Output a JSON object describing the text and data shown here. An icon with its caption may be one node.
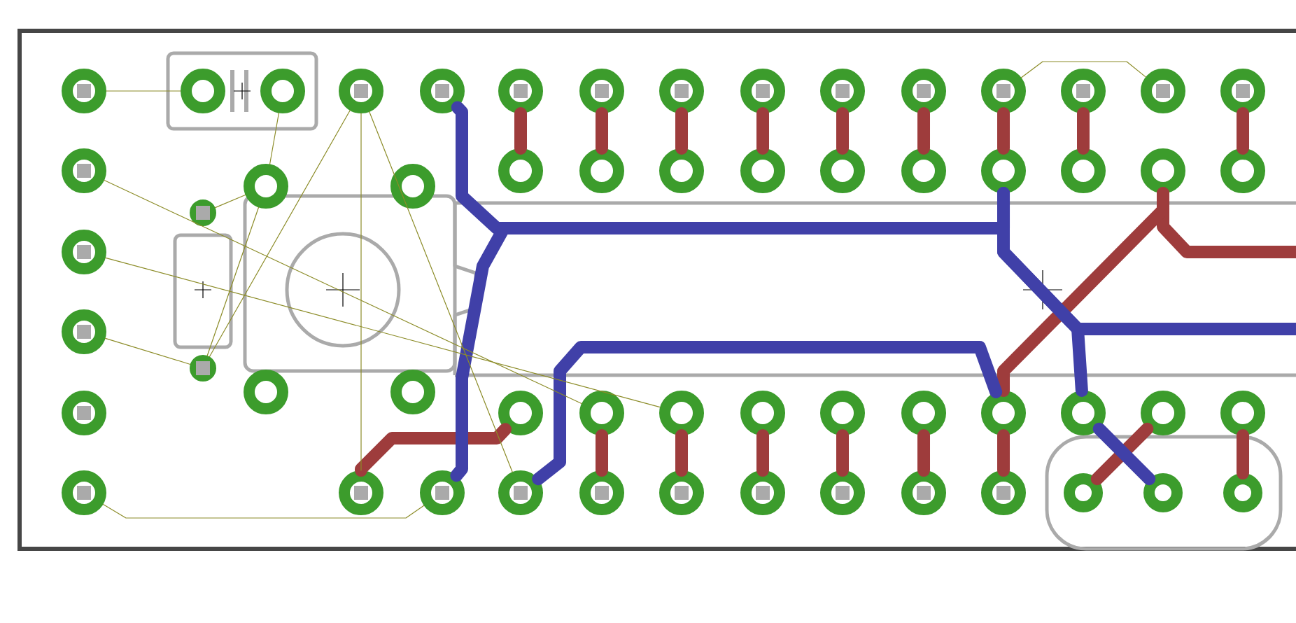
{
  "diagram": {
    "nodes": [
      {
        "text": [],
        "shape": "circle"
      },
      {
        "text": [],
        "shape": "circle"
      },
      {
        "text": [],
        "shape": "circle"
      },
      {
        "text": [],
        "shape": "circle"
      },
      {
        "text": [],
        "shape": "circle"
      },
      {
        "text": [],
        "shape": "circle"
      },
      {
        "text": [],
        "shape": "circle"
      },
      {
        "text": [],
        "shape": "circle"
      },
      {
        "text": [],
        "shape": "circle"
      },
      {
        "text": [],
        "shape": "circle"
      },
      {
        "text": [],
        "shape": "circle"
      },
      {
        "text": [],
        "shape": "circle"
      },
      {
        "text": [],
        "shape": "circle"
      },
      {
        "text": [],
        "shape": "circle"
      },
      {
        "text": [],
        "shape": "circle"
      },
      {
        "text": [],
        "shape": "circle"
      },
      {
        "text": [],
        "shape": "circle"
      },
      {
        "text": [],
        "shape": "circle"
      },
      {
        "text": [],
        "shape": "circle"
      },
      {
        "text": [],
        "shape": "circle"
      },
      {
        "text": [],
        "shape": "circle"
      },
      {
        "text": [],
        "shape": "circle"
      },
      {
        "text": [],
        "shape": "circle"
      },
      {
        "text": [],
        "shape": "circle"
      },
      {
        "text": [],
        "shape": "circle"
      },
      {
        "text": [],
        "shape": "circle"
      },
      {
        "text": [],
        "shape": "circle"
      },
      {
        "text": [],
        "shape": "circle"
      },
      {
        "text": [],
        "shape": "circle"
      },
      {
        "text": [],
        "shape": "circle"
      },
      {
        "text": [],
        "shape": "circle"
      },
      {
        "text": [],
        "shape": "circle"
      },
      {
        "text": [],
        "shape": "circle"
      },
      {
        "text": [],
        "shape": "circle"
      },
      {
        "text": [],
        "shape": "circle"
      },
      {
        "text": [],
        "shape": "circle"
      },
      {
        "text": [],
        "shape": "circle"
      },
      {
        "text": [],
        "shape": "circle"
      },
      {
        "text": [],
        "shape": "circle"
      },
      {
        "text": [],
        "shape": "circle"
      },
      {
        "text": [],
        "shape": "circle"
      },
      {
        "text": [],
        "shape": "circle"
      },
      {
        "text": [],
        "shape": "circle"
      },
      {
        "text": [],
        "shape": "circle"
      },
      {
        "text": [],
        "shape": "circle"
      },
      {
        "text": [],
        "shape": "circle"
      },
      {
        "text": [],
        "shape": "circle"
      },
      {
        "text": [],
        "shape": "circle"
      },
      {
        "text": [],
        "shape": "circle"
      },
      {
        "text": [],
        "shape": "circle"
      },
      {
        "text": [],
        "shape": "circle"
      },
      {
        "text": [],
        "shape": "circle"
      },
      {
        "text": [],
        "shape": "circle"
      },
      {
        "text": [],
        "shape": "circle"
      },
      {
        "text": [],
        "shape": "circle"
      },
      {
        "text": [],
        "shape": "circle"
      },
      {
        "text": [],
        "shape": "circle"
      },
      {
        "text": [],
        "shape": "circle"
      }
    ],
    "edges": [
      {
        "from": 5,
        "to": 16,
        "arrow": "none"
      },
      {
        "from": 6,
        "to": 17,
        "arrow": "none"
      },
      {
        "from": 7,
        "to": 18,
        "arrow": "none"
      },
      {
        "from": 8,
        "to": 19,
        "arrow": "none"
      },
      {
        "from": 9,
        "to": 20,
        "arrow": "none"
      },
      {
        "from": 10,
        "to": 21,
        "arrow": "none"
      },
      {
        "from": 11,
        "to": 22,
        "arrow": "none"
      },
      {
        "from": 12,
        "to": 23,
        "arrow": "none"
      },
      {
        "from": 14,
        "to": 25,
        "arrow": "none"
      },
      {
        "from": 24,
        "to": null,
        "arrow": "none"
      },
      {
        "from": 24,
        "to": 41,
        "arrow": "none"
      },
      {
        "from": 36,
        "to": 49,
        "arrow": "none"
      },
      {
        "from": 37,
        "to": 50,
        "arrow": "none"
      },
      {
        "from": 38,
        "to": 51,
        "arrow": "none"
      },
      {
        "from": 39,
        "to": 52,
        "arrow": "none"
      },
      {
        "from": 40,
        "to": 53,
        "arrow": "none"
      },
      {
        "from": 41,
        "to": 54,
        "arrow": "none"
      },
      {
        "from": 44,
        "to": 57,
        "arrow": "none"
      },
      {
        "from": 35,
        "to": 46,
        "arrow": "none"
      },
      {
        "from": 55,
        "to": 43,
        "arrow": "none"
      },
      {
        "from": 4,
        "to": 22,
        "arrow": "none",
        "color": "#4040a8"
      },
      {
        "from": 47,
        "to": 22,
        "arrow": "none",
        "color": "#4040a8"
      },
      {
        "from": 22,
        "to": 42,
        "arrow": "none",
        "color": "#4040a8"
      },
      {
        "from": 42,
        "to": 56,
        "arrow": "none",
        "color": "#4040a8"
      },
      {
        "from": 22,
        "to": null,
        "arrow": "none",
        "color": "#4040a8"
      },
      {
        "from": 48,
        "to": 41,
        "arrow": "none",
        "color": "#4040a8"
      },
      {
        "from": 0,
        "to": 1,
        "arrow": "none",
        "color": "#8c8c28"
      },
      {
        "from": 2,
        "to": 26,
        "arrow": "none",
        "color": "#8c8c28"
      },
      {
        "from": 26,
        "to": 28,
        "arrow": "none",
        "color": "#8c8c28"
      },
      {
        "from": 26,
        "to": 31,
        "arrow": "none",
        "color": "#8c8c28"
      },
      {
        "from": 3,
        "to": 31,
        "arrow": "none",
        "color": "#8c8c28"
      },
      {
        "from": 3,
        "to": 46,
        "arrow": "none",
        "color": "#8c8c28"
      },
      {
        "from": 3,
        "to": 48,
        "arrow": "none",
        "color": "#8c8c28"
      },
      {
        "from": 15,
        "to": 36,
        "arrow": "none",
        "color": "#8c8c28"
      },
      {
        "from": 29,
        "to": 37,
        "arrow": "none",
        "color": "#8c8c28"
      },
      {
        "from": 30,
        "to": 31,
        "arrow": "none",
        "color": "#8c8c28"
      },
      {
        "from": 45,
        "to": 47,
        "arrow": "none",
        "color": "#8c8c28"
      },
      {
        "from": 11,
        "to": 13,
        "arrow": "none",
        "color": "#8c8c28"
      }
    ]
  }
}
